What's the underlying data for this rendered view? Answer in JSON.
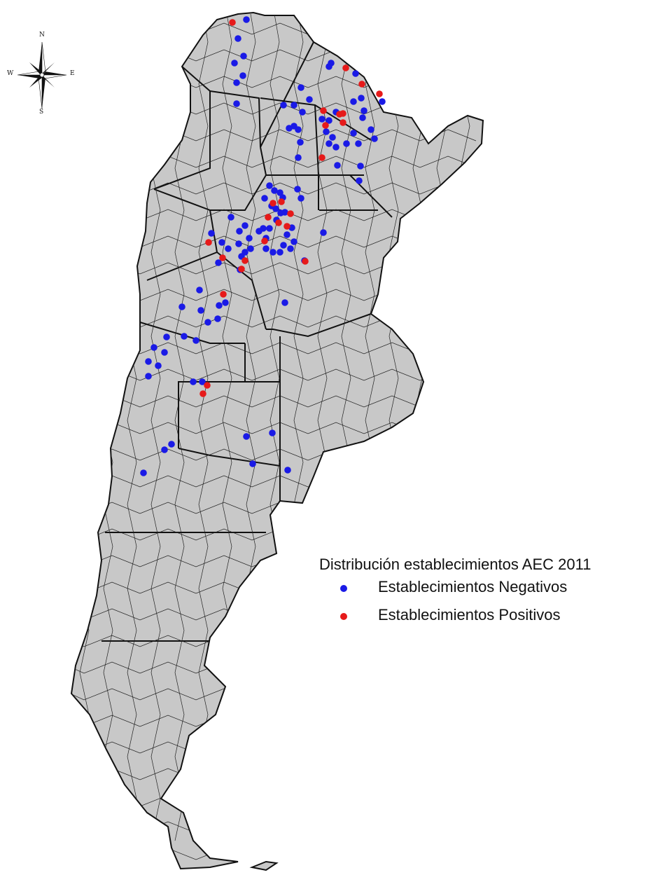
{
  "compass": {
    "north": "N",
    "south": "S",
    "east": "E",
    "west": "W"
  },
  "colors": {
    "land": "#c8c8c8",
    "border": "#111111",
    "negative": "#1a1ae6",
    "positive": "#e61a1a"
  },
  "legend": {
    "title": "Distribución establecimientos AEC 2011",
    "items": [
      {
        "label": "Establecimientos Negativos",
        "color": "#1a1ae6"
      },
      {
        "label": "Establecimientos Positivos",
        "color": "#e61a1a"
      }
    ]
  }
}
